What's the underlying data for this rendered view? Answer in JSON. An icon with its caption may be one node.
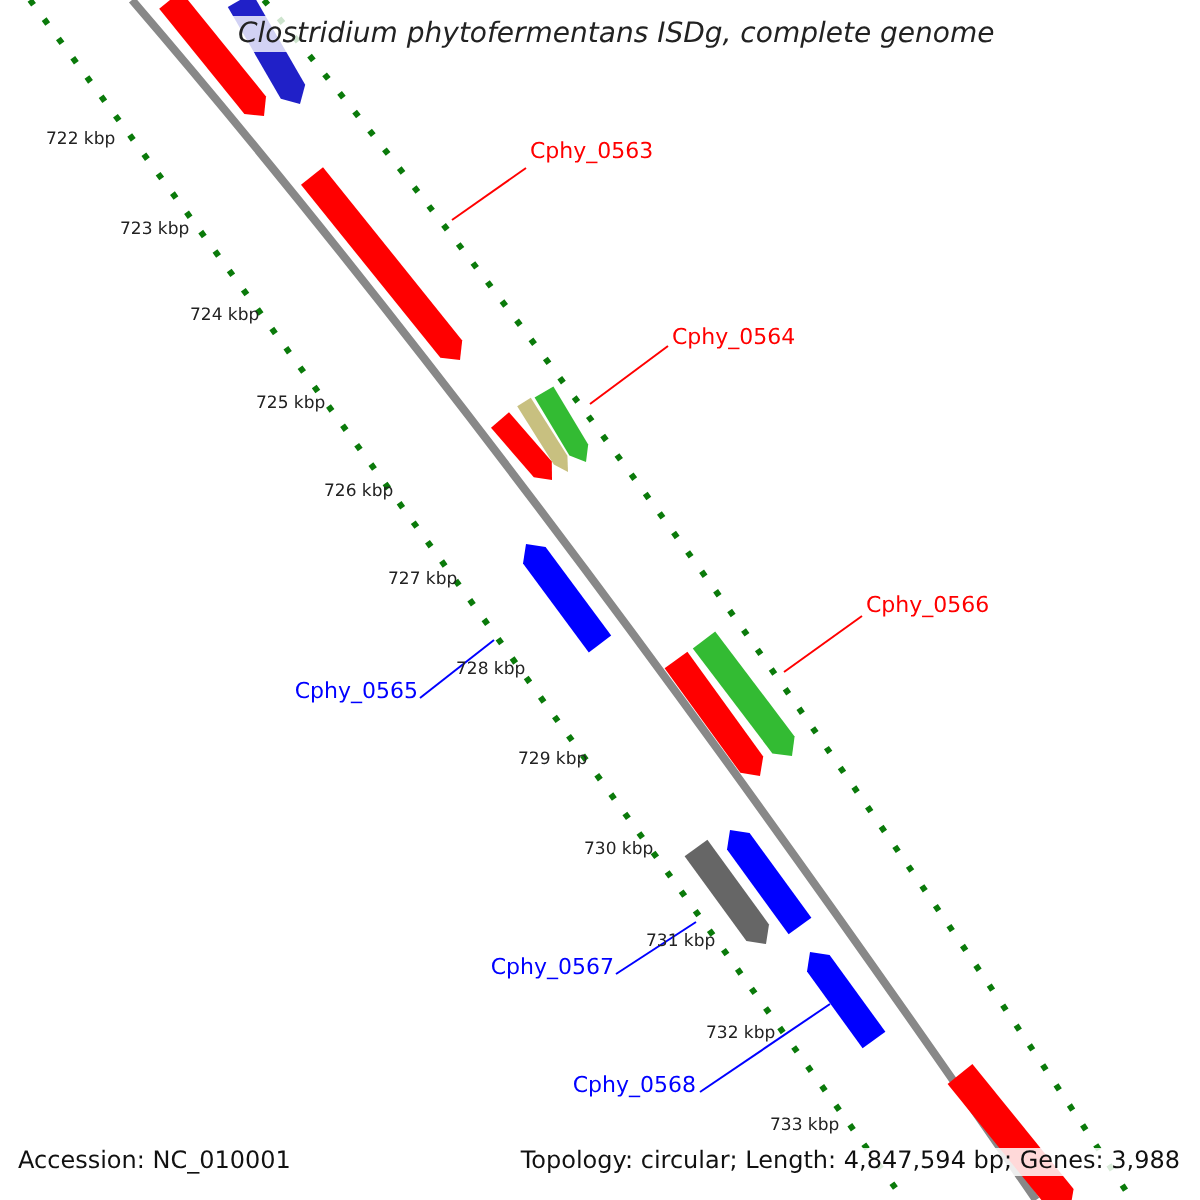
{
  "diagram": {
    "title": "Clostridium phytofermentans ISDg, complete genome",
    "nodes": [
      {
        "text": [
          "Cphy_0563"
        ]
      },
      {
        "text": [],
        "shape": "bar"
      },
      {
        "text": [
          "Cphy_0564"
        ]
      },
      {
        "text": [],
        "shape": "bar"
      },
      {
        "text": [
          "Cphy_0566"
        ]
      },
      {
        "text": [],
        "shape": "bar"
      },
      {
        "text": [
          "Cphy_0565"
        ]
      },
      {
        "text": [],
        "shape": "bar"
      },
      {
        "text": [
          "Cphy_0567"
        ]
      },
      {
        "text": [],
        "shape": "bar"
      },
      {
        "text": [
          "Cphy_0568"
        ]
      },
      {
        "text": [],
        "shape": "bar"
      }
    ],
    "edges": [
      {
        "from": 0,
        "to": 1,
        "arrow": "none"
      },
      {
        "from": 2,
        "to": 3,
        "arrow": "none"
      },
      {
        "from": 4,
        "to": 5,
        "arrow": "none"
      },
      {
        "from": 6,
        "to": 7,
        "arrow": "none",
        "color": "#0000ff"
      },
      {
        "from": 8,
        "to": 9,
        "arrow": "none",
        "color": "#0000ff"
      },
      {
        "from": 10,
        "to": 11,
        "arrow": "none",
        "color": "#0000ff"
      }
    ],
    "labels": [
      "722 kbp",
      "723 kbp",
      "724 kbp",
      "725 kbp",
      "726 kbp",
      "727 kbp",
      "728 kbp",
      "729 kbp",
      "730 kbp",
      "731 kbp",
      "732 kbp",
      "733 kbp",
      "Accession: NC_010001",
      "Topology: circular; Length: 4,847,594 bp; Genes: 3,988"
    ]
  }
}
